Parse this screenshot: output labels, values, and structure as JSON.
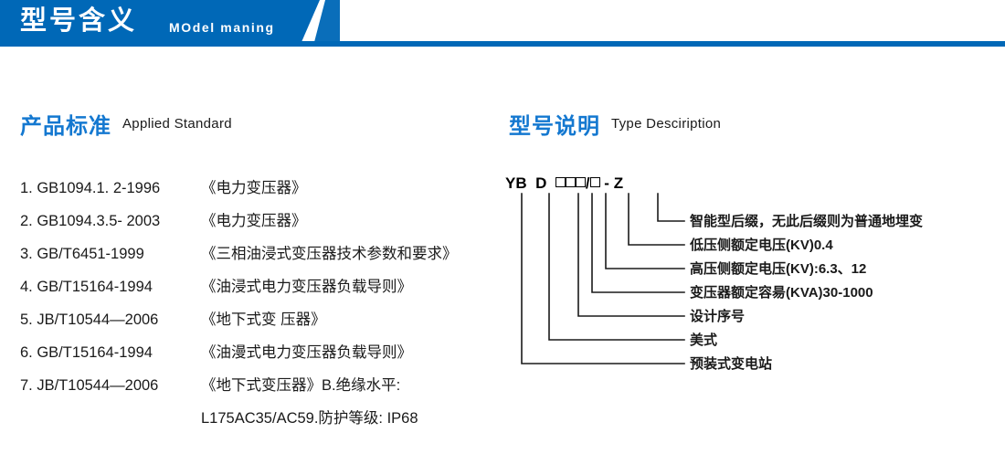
{
  "banner": {
    "title_cn": "型号含义",
    "title_en": "MOdel maning",
    "color": "#0068B7"
  },
  "sections": {
    "standard": {
      "heading_cn": "产品标准",
      "heading_en": "Applied Standard",
      "heading_color": "#1478D0"
    },
    "type": {
      "heading_cn": "型号说明",
      "heading_en": "Type Desciription",
      "heading_color": "#1478D0"
    }
  },
  "standards": [
    {
      "code": "1. GB1094.1. 2-1996",
      "title": "《电力变压器》"
    },
    {
      "code": "2. GB1094.3.5- 2003",
      "title": "《电力变压器》"
    },
    {
      "code": "3. GB/T6451-1999",
      "title": "《三相油浸式变压器技术参数和要求》"
    },
    {
      "code": "4. GB/T15164-1994",
      "title": "《油浸式电力变压器负载导则》"
    },
    {
      "code": "5. JB/T10544—2006",
      "title": "《地下式变 压器》"
    },
    {
      "code": "6. GB/T15164-1994",
      "title": "《油漫式电力变压器负载导则》"
    },
    {
      "code": "7. JB/T10544—2006",
      "title": "《地下式变压器》B.绝缘水平:"
    }
  ],
  "standards_continuation": "L175AC35/AC59.防护等级: IP68",
  "type_code": {
    "segments": [
      "YB",
      "D",
      "box",
      "box",
      "box",
      "/",
      "box",
      "-",
      "Z"
    ],
    "display": "YB D □□□/□ - Z"
  },
  "type_labels": [
    "智能型后缀，无此后缀则为普通地埋变",
    "低压侧额定电压(KV)0.4",
    "高压侧额定电压(KV):6.3、12",
    "变压器额定容昜(KVA)30-1000",
    "设计序号",
    "美式",
    "预装式变电站"
  ]
}
